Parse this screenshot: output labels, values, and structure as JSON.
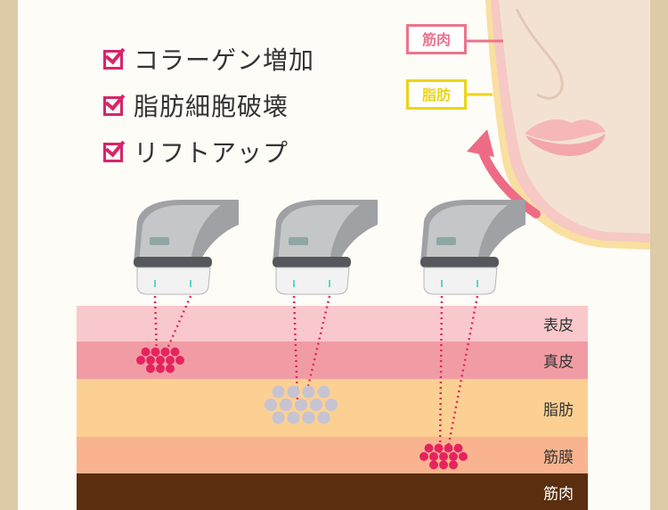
{
  "benefits": [
    {
      "label": "コラーゲン増加"
    },
    {
      "label": "脂肪細胞破壊"
    },
    {
      "label": "リフトアップ"
    }
  ],
  "face_labels": {
    "muscle": "筋肉",
    "fat": "脂肪"
  },
  "layers": [
    {
      "label": "表皮"
    },
    {
      "label": "真皮"
    },
    {
      "label": "脂肪"
    },
    {
      "label": "筋膜"
    },
    {
      "label": "筋肉"
    }
  ],
  "colors": {
    "accent_pink": "#d8246a",
    "dot_red": "#e5245f",
    "dot_gray": "#c6c3d3",
    "muscle_tag": "#e9758d",
    "fat_tag": "#ecd41a",
    "arrow": "#ee6b85"
  },
  "icons": [
    "checkbox-icon",
    "hifu-handpiece-icon",
    "face-illustration",
    "lift-arrow-icon"
  ]
}
